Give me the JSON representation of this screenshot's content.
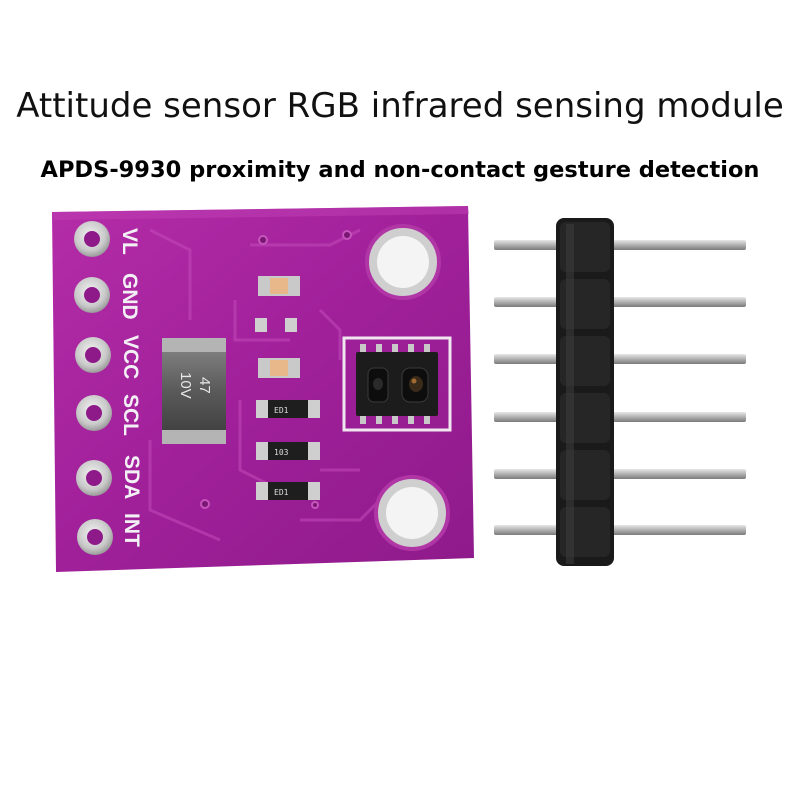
{
  "title": "Attitude sensor RGB infrared sensing module",
  "subtitle": "APDS-9930 proximity and non-contact gesture detection",
  "board": {
    "pins": [
      "VL",
      "GND",
      "VCC",
      "SCL",
      "SDA",
      "INT"
    ],
    "capacitor_marking": [
      "47",
      "10V"
    ],
    "resistor_markings": [
      "ED1",
      "103",
      "ED1"
    ],
    "colors": {
      "pcb": "#a8249c",
      "pad": "#d8d8d8",
      "header_plastic": "#1a1a1a",
      "header_pin": "#bdbdbd"
    }
  }
}
